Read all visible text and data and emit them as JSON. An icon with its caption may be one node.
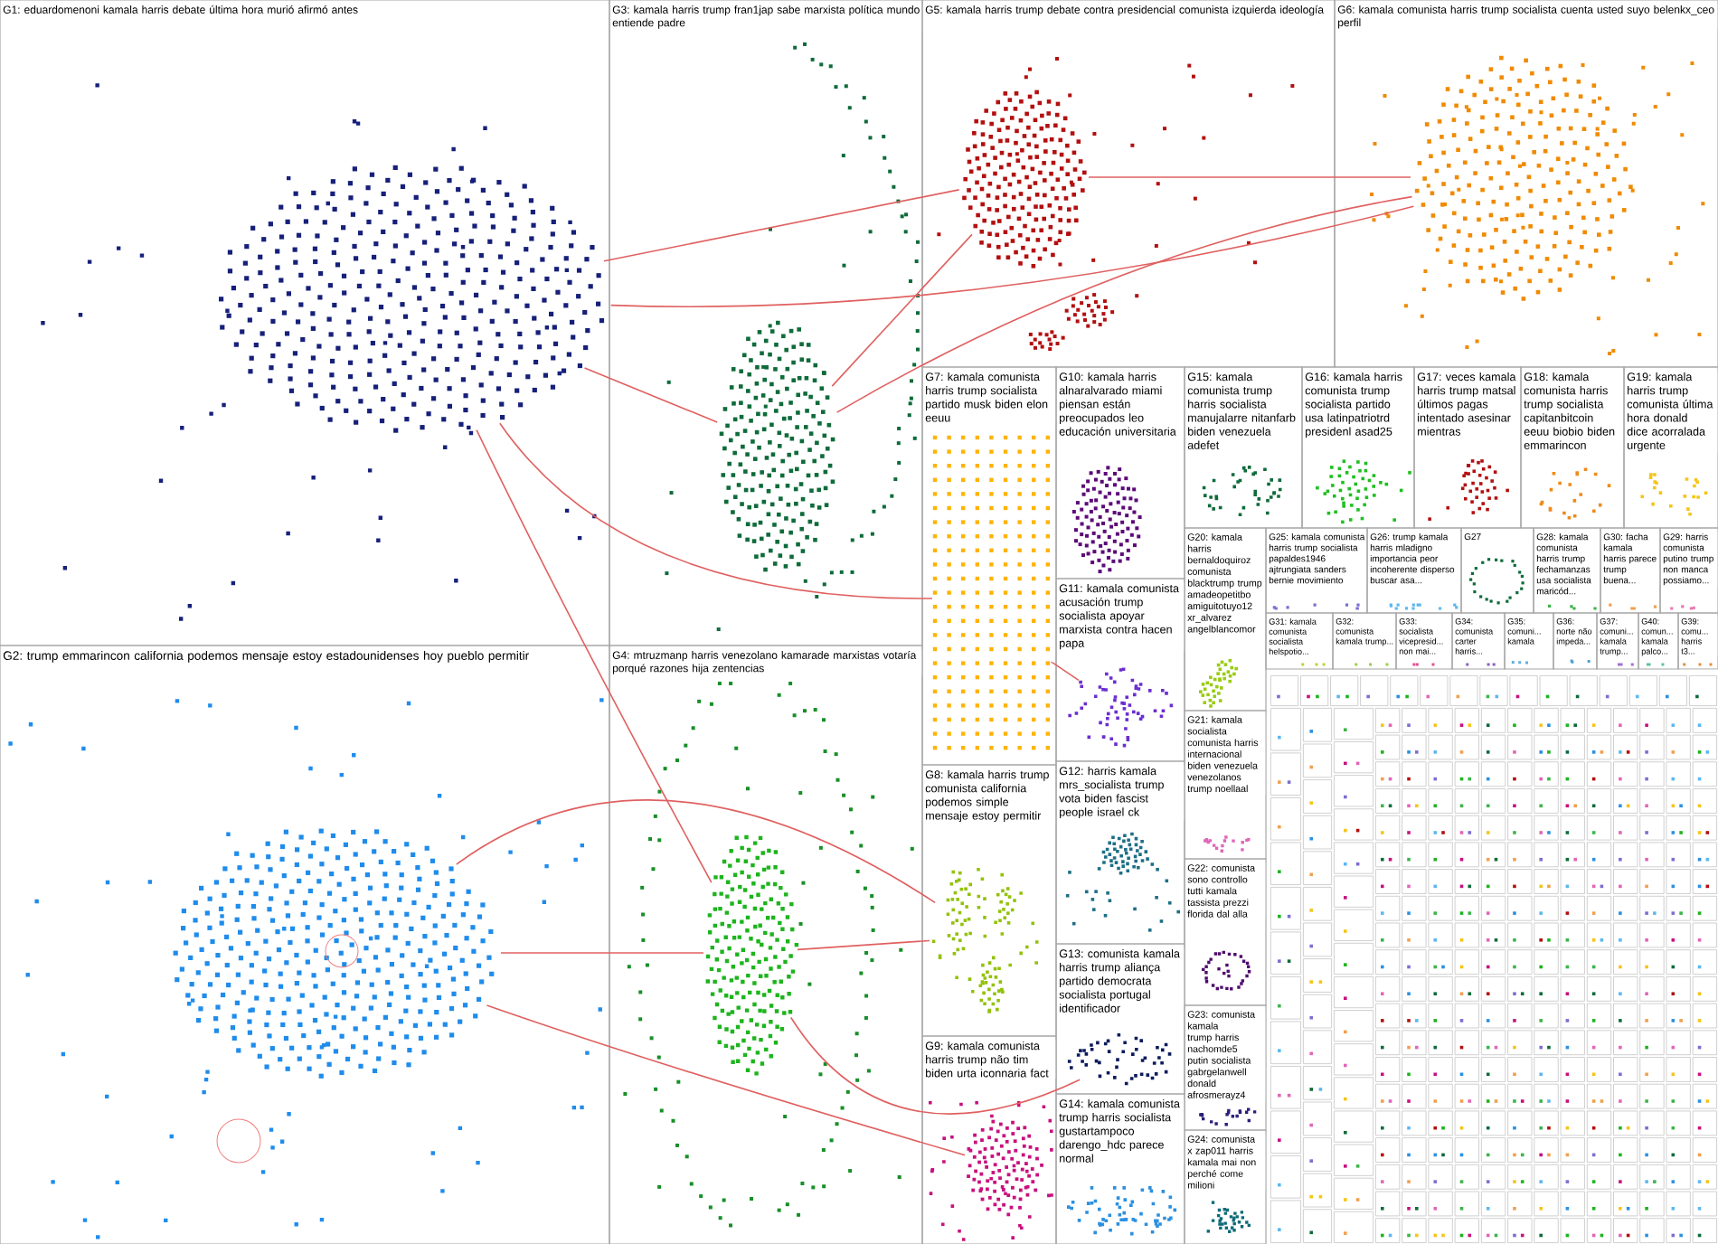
{
  "diagram": {
    "nodes": [
      {
        "text": [
          "G1: eduardomenoni kamala harris debate última hora murió afirmó antes"
        ]
      },
      {
        "text": [
          "G3: kamala harris trump fran1jap sabe marxista política mundo entiende padre"
        ]
      },
      {
        "text": [
          "G5: kamala harris trump debate contra presidencial comunista izquierda ideología"
        ]
      },
      {
        "text": [
          "G6: kamala comunista harris trump socialista cuenta usted suyo belenkx_ceo perfil"
        ]
      },
      {
        "text": [
          "G7: kamala comunista harris trump socialista partido musk biden elon eeuu"
        ]
      },
      {
        "text": [
          "G10: kamala harris alnaralvarado miami piensan están preocupados leo educación universitaria"
        ]
      },
      {
        "text": [
          "G15: kamala comunista trump harris socialista manujalarre nitanfarb biden venezuela adefet"
        ]
      },
      {
        "text": [
          "G16: kamala harris comunista trump socialista partido usa latinpatriotrd presidenl asad25"
        ]
      },
      {
        "text": [
          "G17: veces kamala harris trump matsal últimos pagas intentado asesinar mientras"
        ]
      },
      {
        "text": [
          "G18: kamala comunista harris trump socialista capitanbitcoin eeuu biobio biden emmarincon"
        ]
      },
      {
        "text": [
          "G19: kamala harris trump comunista última hora donald dice acorralada urgente"
        ]
      },
      {
        "text": [
          "G20: kamala harris bernaldoquiroz comunista blacktrump trump amadeopetitbo amiguitotuyo12 xr_alvarez angelblancomor"
        ]
      },
      {
        "text": [
          "G25: kamala comunista harris trump socialista papaldes1946 ajtrungiata sanders bernie movimiento"
        ]
      },
      {
        "text": [
          "G26: trump kamala harris mladigno importancia peor incoherente disperso buscar asa..."
        ]
      },
      {
        "text": [
          "G27"
        ]
      },
      {
        "text": [
          "G28: kamala comunista harris trump fechamanzas usa socialista maricód..."
        ]
      },
      {
        "text": [
          "G30: facha kamala harris parece trump buena..."
        ]
      },
      {
        "text": [
          "G29: harris comunista putino trump non manca possiamo..."
        ]
      },
      {
        "text": [
          "G11: kamala comunista acusación trump socialista apoyar marxista contra hacen papa"
        ]
      },
      {
        "text": [
          "G2: trump emmarincon california podemos mensaje estoy estadounidenses hoy pueblo permitir"
        ]
      },
      {
        "text": [
          "G4: mtruzmanp harris venezolano kamarade marxistas votaría porqué razones hija zentencias"
        ]
      },
      {
        "text": [
          "G31: kamala comunista socialista helspotio..."
        ]
      },
      {
        "text": [
          "G32: comunista kamala trump..."
        ]
      },
      {
        "text": [
          "G33: socialista vicepresid... non mai..."
        ]
      },
      {
        "text": [
          "G34: comunista carter harris..."
        ]
      },
      {
        "text": [
          "G35: comuni... kamala"
        ]
      },
      {
        "text": [
          "G36: norte não impeda..."
        ]
      },
      {
        "text": [
          "G37: comuni... kamala trump..."
        ]
      },
      {
        "text": [
          "G40: comun... kamala palco..."
        ]
      },
      {
        "text": [
          "G39: comu... harris t3..."
        ]
      },
      {
        "text": [
          "G21: kamala socialista comunista harris internacional biden venezuela venezolanos trump noellaal"
        ]
      },
      {
        "text": [
          "G8: kamala harris trump comunista california podemos simple mensaje estoy permitir"
        ]
      },
      {
        "text": [
          "G12: harris kamala mrs_socialista trump vota biden fascist people israel ck"
        ]
      },
      {
        "text": [
          "G22: comunista sono controllo tutti kamala tassista prezzi florida dal alla"
        ]
      },
      {
        "text": [
          "G13: comunista kamala harris trump aliança partido democrata socialista portugal identificador"
        ]
      },
      {
        "text": [
          "G23: comunista kamala trump harris nachomde5 putin socialista gabrgelanwell donald afrosmerayz4"
        ]
      },
      {
        "text": [
          "G9: kamala comunista harris trump não tim biden urta iconnaria fact"
        ]
      },
      {
        "text": [
          "G24: comunista x zap011 harris kamala mai non perché come milioni"
        ]
      },
      {
        "text": [
          "G14: kamala comunista trump harris socialista gustartampoco darengo_hdc parece normal"
        ]
      },
      {
        "text": [],
        "shape": "cluster",
        "in": 0
      },
      {
        "text": [],
        "shape": "cluster",
        "in": 1
      },
      {
        "text": [],
        "shape": "cluster",
        "in": 2
      },
      {
        "text": [],
        "shape": "cluster",
        "in": 3
      },
      {
        "text": [],
        "shape": "grid",
        "in": 4
      },
      {
        "text": [],
        "shape": "cluster",
        "in": 5
      },
      {
        "text": [],
        "shape": "cluster",
        "in": 6
      },
      {
        "text": [],
        "shape": "cluster",
        "in": 7
      },
      {
        "text": [],
        "shape": "cluster",
        "in": 8
      },
      {
        "text": [],
        "shape": "cluster",
        "in": 9
      },
      {
        "text": [],
        "shape": "cluster",
        "in": 10
      },
      {
        "text": [],
        "shape": "cluster",
        "in": 11
      },
      {
        "text": [],
        "shape": "cluster",
        "in": 18
      },
      {
        "text": [],
        "shape": "cluster",
        "in": 19
      },
      {
        "text": [],
        "shape": "cluster",
        "in": 20
      },
      {
        "text": [],
        "shape": "cluster",
        "in": 30
      },
      {
        "text": [],
        "shape": "cluster",
        "in": 31
      },
      {
        "text": [],
        "shape": "cluster",
        "in": 32
      },
      {
        "text": [],
        "shape": "cluster",
        "in": 33
      },
      {
        "text": [],
        "shape": "cluster",
        "in": 34
      },
      {
        "text": [],
        "shape": "cluster",
        "in": 35
      },
      {
        "text": [],
        "shape": "cluster",
        "in": 36
      },
      {
        "text": [],
        "shape": "cluster",
        "in": 37
      },
      {
        "text": [],
        "shape": "cluster",
        "in": 38
      }
    ],
    "edges": [
      {
        "from": 39,
        "to": 40,
        "arrow": "none"
      },
      {
        "from": 39,
        "to": 41,
        "arrow": "none"
      },
      {
        "from": 39,
        "to": 42,
        "arrow": "none"
      },
      {
        "from": 39,
        "to": 43,
        "arrow": "none"
      },
      {
        "from": 39,
        "to": 53,
        "arrow": "none"
      },
      {
        "from": 52,
        "to": 53,
        "arrow": "none"
      },
      {
        "from": 52,
        "to": 55,
        "arrow": "none"
      },
      {
        "from": 52,
        "to": 60,
        "arrow": "none"
      },
      {
        "from": 40,
        "to": 41,
        "arrow": "none"
      },
      {
        "from": 40,
        "to": 42,
        "arrow": "none"
      },
      {
        "from": 41,
        "to": 42,
        "arrow": "none"
      },
      {
        "from": 53,
        "to": 55,
        "arrow": "none"
      },
      {
        "from": 53,
        "to": 58,
        "arrow": "none"
      },
      {
        "from": 43,
        "to": 51,
        "arrow": "none"
      }
    ]
  }
}
